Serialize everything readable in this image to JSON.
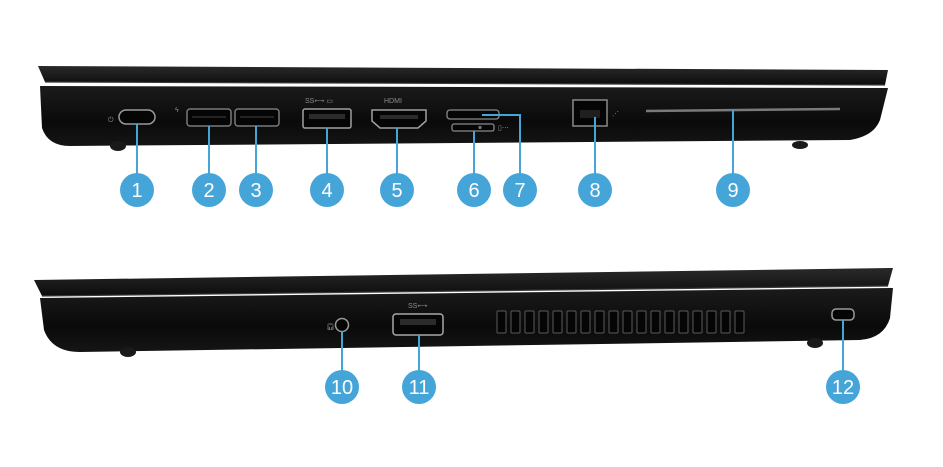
{
  "figure": {
    "top_view": {
      "port_labels_printed": {
        "hdmi": "HDMI"
      },
      "callouts": [
        "1",
        "2",
        "3",
        "4",
        "5",
        "6",
        "7",
        "8",
        "9"
      ]
    },
    "bottom_view": {
      "callouts": [
        "10",
        "11",
        "12"
      ]
    },
    "colors": {
      "callout_fill": "#45a5d8",
      "callout_line": "#45a5d8",
      "chassis": "#111111",
      "port_outline": "#9a9a9a"
    }
  }
}
